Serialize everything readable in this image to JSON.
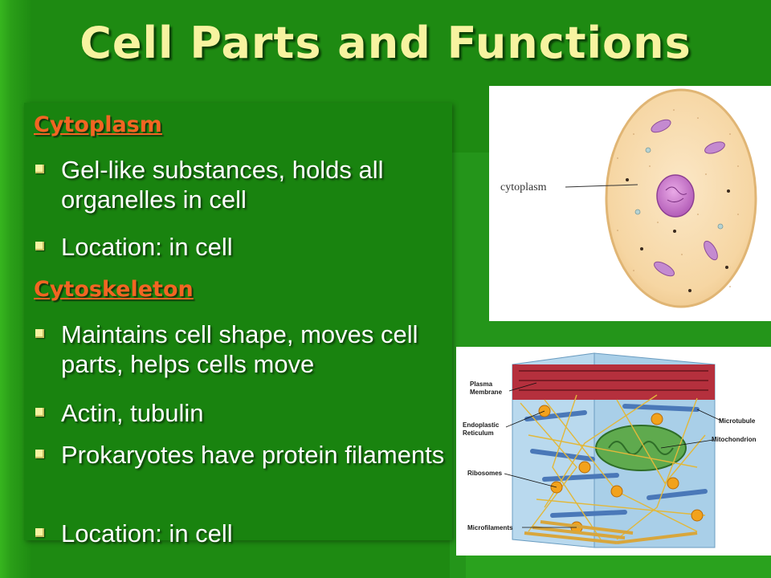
{
  "title": "Cell Parts and Functions",
  "sections": [
    {
      "heading": "Cytoplasm",
      "bullets": [
        "Gel-like substances, holds all organelles in cell",
        "Location:  in cell"
      ]
    },
    {
      "heading": "Cytoskeleton",
      "bullets": [
        "Maintains cell shape, moves cell parts, helps cells move",
        "Actin, tubulin",
        "Prokaryotes have protein filaments",
        "Location:  in cell"
      ]
    }
  ],
  "figure_cell": {
    "label": "cytoplasm"
  },
  "figure_cytoskeleton": {
    "labels": {
      "plasma_membrane_1": "Plasma",
      "plasma_membrane_2": "Membrane",
      "er_1": "Endoplastic",
      "er_2": "Reticulum",
      "ribosomes": "Ribosomes",
      "microfilaments": "Microfilaments",
      "microtubule": "Microtubule",
      "mitochondrion": "Mitochondrion"
    }
  },
  "colors": {
    "background": "#1e8a12",
    "title": "#f7f3a0",
    "heading": "#f26522",
    "bullet_text": "#ffffff"
  },
  "icons": {
    "bullet": "square-bullet-icon"
  }
}
